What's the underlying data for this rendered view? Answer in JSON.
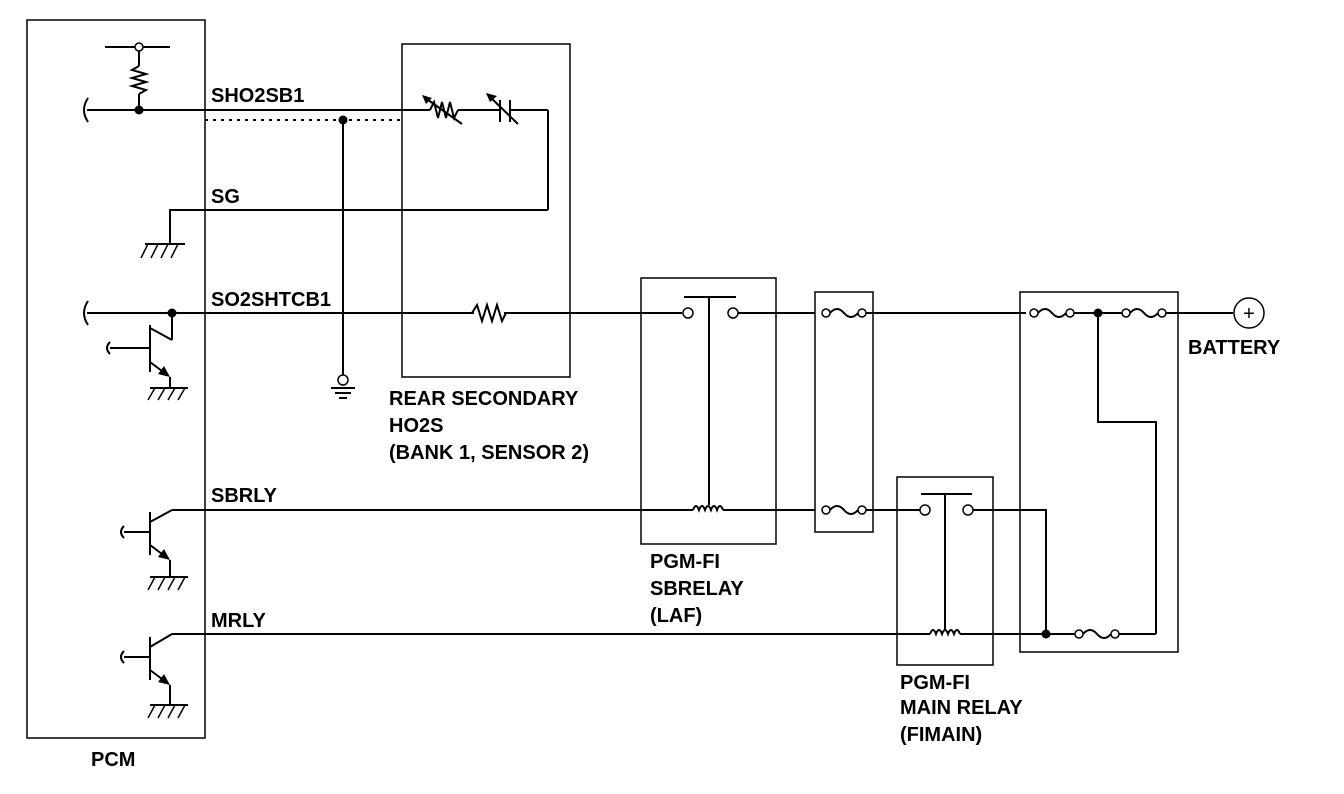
{
  "labels": {
    "pcm": "PCM",
    "sho2sb1": "SHO2SB1",
    "sg": "SG",
    "so2shtcb1": "SO2SHTCB1",
    "sbrly": "SBRLY",
    "mrly": "MRLY",
    "battery": "BATTERY",
    "battery_symbol": "+",
    "ho2s_line1": "REAR SECONDARY",
    "ho2s_line2": "HO2S",
    "ho2s_line3": "(BANK 1, SENSOR 2)",
    "sb_relay_line1": "PGM-FI",
    "sb_relay_line2": "SBRELAY",
    "sb_relay_line3": "(LAF)",
    "main_relay_line1": "PGM-FI",
    "main_relay_line2": "MAIN RELAY",
    "main_relay_line3": "(FIMAIN)"
  }
}
